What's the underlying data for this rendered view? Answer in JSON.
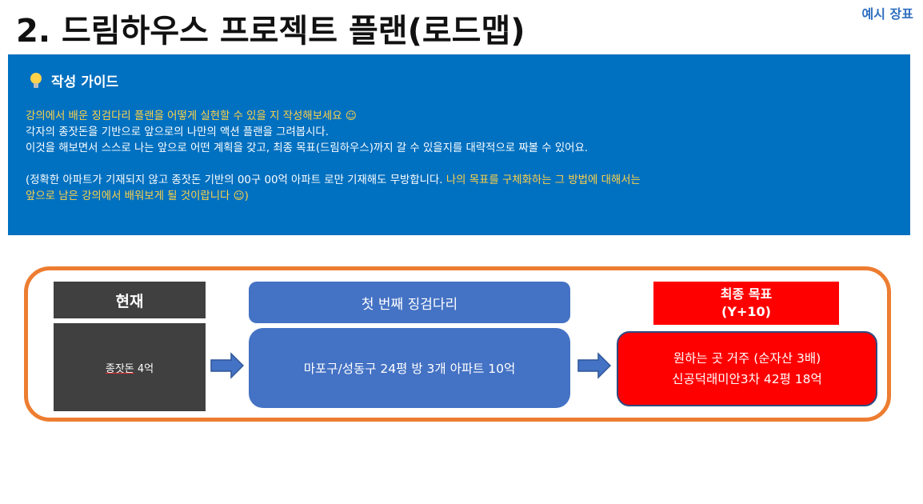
{
  "page": {
    "title": "2. 드림하우스 프로젝트 플랜(로드맵)",
    "sample_tag": "예시 장표"
  },
  "guide": {
    "heading": "작성 가이드",
    "icon": "lightbulb-icon",
    "line1": "강의에서 배운 징검다리 플랜을 어떻게 실현할 수 있을 지 작성해보세요 ☺",
    "line2": "각자의 종잣돈을 기반으로 앞으로의 나만의 액션 플랜을 그려봅시다.",
    "line3": "이것을 해보면서 스스로 나는 앞으로 어떤 계획을 갖고, 최종 목표(드림하우스)까지 갈 수 있을지를 대략적으로 짜볼 수 있어요.",
    "note_white": "(정확한 아파트가 기재되지 않고 종잣돈 기반의 00구 00억 아파트 로만 기재해도 무방합니다.",
    "note_yellow_1": "나의 목표를 구체화하는 그 방법에 대해서는",
    "note_yellow_2": "앞으로 남은 강의에서 배워보게 될 것이랍니다 ☺)",
    "colors": {
      "background": "#0070c0",
      "highlight": "#ffd24a"
    }
  },
  "roadmap": {
    "current": {
      "label": "현재",
      "seed_word": "종잣돈",
      "seed_amount": "4억"
    },
    "first_step": {
      "label": "첫 번째 징검다리",
      "detail": "마포구/성동구 24평 방 3개 아파트 10억"
    },
    "final_goal": {
      "label": "최종 목표",
      "sublabel": "(Y+10)",
      "line1": "원하는 곳 거주 (순자산 3배)",
      "line2": "신공덕래미안3차 42평 18억"
    },
    "arrow_icon": "arrow-right-icon",
    "colors": {
      "frame": "#ed7d31",
      "current": "#404040",
      "step": "#4472c4",
      "goal": "#ff0000"
    }
  }
}
